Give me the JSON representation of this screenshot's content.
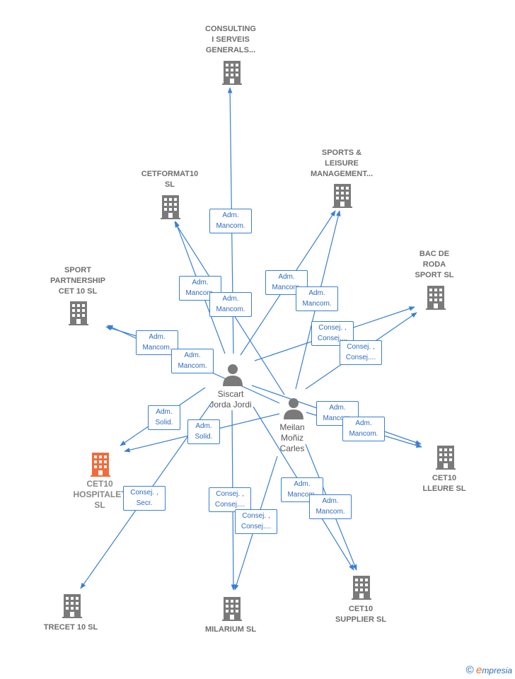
{
  "companies": [
    {
      "key": "consulting",
      "label": "CONSULTING\nI SERVEIS\nGENERALS..."
    },
    {
      "key": "sports",
      "label": "SPORTS &\nLEISURE\nMANAGEMENT..."
    },
    {
      "key": "cetformat",
      "label": "CETFORMAT10\nSL"
    },
    {
      "key": "bacderoda",
      "label": "BAC DE\nRODA\nSPORT  SL"
    },
    {
      "key": "sportpart",
      "label": "SPORT\nPARTNERSHIP\nCET 10  SL"
    },
    {
      "key": "hospitalet",
      "label": "CET10\nHOSPITALET\nSL",
      "focus": true
    },
    {
      "key": "lleure",
      "label": "CET10\nLLEURE  SL"
    },
    {
      "key": "trecet",
      "label": "TRECET 10 SL"
    },
    {
      "key": "milarium",
      "label": "MILARIUM SL"
    },
    {
      "key": "supplier",
      "label": "CET10\nSUPPLIER  SL"
    }
  ],
  "persons": [
    {
      "key": "siscart",
      "label": "Siscart\nJorda Jordi"
    },
    {
      "key": "meilan",
      "label": "Meilan\nMoñiz\nCarles"
    }
  ],
  "edge_labels": [
    {
      "key": "e1",
      "text": "Adm.\nMancom."
    },
    {
      "key": "e2",
      "text": "Adm.\nMancom."
    },
    {
      "key": "e3",
      "text": "Adm.\nMancom."
    },
    {
      "key": "e4",
      "text": "Adm.\nMancom."
    },
    {
      "key": "e5",
      "text": "Adm.\nMancom."
    },
    {
      "key": "e6",
      "text": "Consej. ,\nConsej...."
    },
    {
      "key": "e7",
      "text": "Consej. ,\nConsej...."
    },
    {
      "key": "e8",
      "text": "Adm.\nMancom."
    },
    {
      "key": "e9",
      "text": "Adm.\nMancom."
    },
    {
      "key": "e10",
      "text": "Adm.\nSolid."
    },
    {
      "key": "e11",
      "text": "Adm.\nSolid."
    },
    {
      "key": "e12",
      "text": "Adm.\nMancom."
    },
    {
      "key": "e13",
      "text": "Adm.\nMancom."
    },
    {
      "key": "e14",
      "text": "Consej. ,\nSecr."
    },
    {
      "key": "e15",
      "text": "Consej. ,\nConsej...."
    },
    {
      "key": "e16",
      "text": "Consej. ,\nConsej...."
    },
    {
      "key": "e17",
      "text": "Adm.\nMancom."
    },
    {
      "key": "e18",
      "text": "Adm.\nMancom."
    }
  ],
  "colors": {
    "edge": "#3a7fd5",
    "building": "#7a7a7a",
    "focus_building": "#f26b3a",
    "person": "#7a7a7a"
  },
  "footer": {
    "copyright": "©",
    "brand_initial": "e",
    "brand_rest": "mpresia"
  }
}
